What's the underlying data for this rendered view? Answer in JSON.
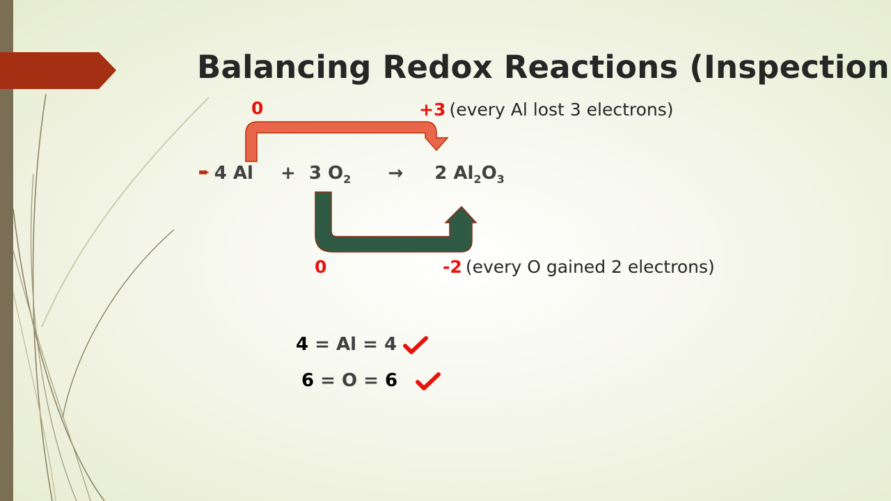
{
  "slide": {
    "title": "Balancing Redox Reactions (Inspection)",
    "colors": {
      "accent_tab": "#a52f12",
      "left_bar": "#7a6f55",
      "highlight_red": "#e8120c",
      "oxidation_arrow": "#e8674a",
      "reduction_arrow": "#2f5a44"
    },
    "oxidation": {
      "start_state": "0",
      "end_state": "+3",
      "note": "(every Al lost 3 electrons)"
    },
    "reduction": {
      "start_state": "0",
      "end_state": "-2",
      "note": "(every O gained 2 electrons)"
    },
    "equation": {
      "bullet_icon": "arrow-bullet-icon",
      "reactant1_coef": "4",
      "reactant1": "Al",
      "plus": "+",
      "reactant2_coef": "3",
      "reactant2": "O",
      "reactant2_sub": "2",
      "arrow": "→",
      "product_coef": "2",
      "product_el1": "Al",
      "product_sub1": "2",
      "product_el2": "O",
      "product_sub2": "3"
    },
    "checks": [
      {
        "left": "4",
        "middle": "= Al =",
        "right": "4",
        "icon": "checkmark-icon"
      },
      {
        "left": "6",
        "middle": "= O =",
        "right": "6",
        "icon": "checkmark-icon"
      }
    ]
  }
}
